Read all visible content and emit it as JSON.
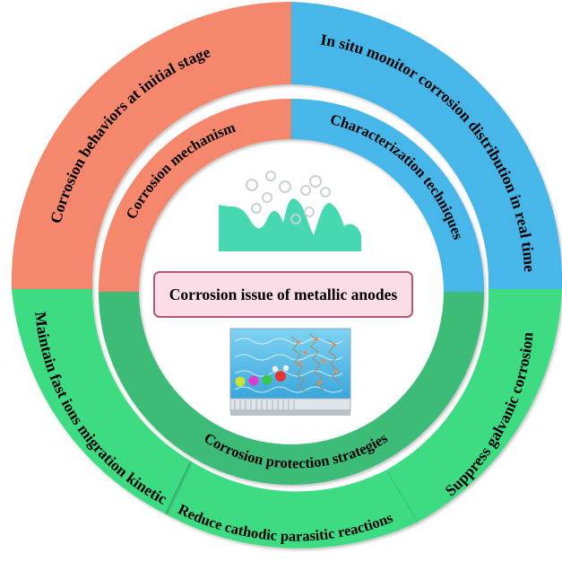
{
  "diagram": {
    "center_title": "Corrosion issue of metallic anodes",
    "inner_ring": [
      {
        "label": "Corrosion mechanism",
        "color": "#f4876c"
      },
      {
        "label": "Characterization  techniques",
        "color": "#47b7ea"
      },
      {
        "label": "Corrosion protection strategies",
        "color": "#3dbc78"
      }
    ],
    "outer_ring": [
      {
        "label": "Corrosion behaviors at initial stage",
        "color": "#f4876c"
      },
      {
        "label": "In situ monitor corrosion distribution in real time",
        "color": "#47b7ea"
      },
      {
        "label": "Suppress galvanic corrosion",
        "color": "#3ddc83"
      },
      {
        "label": "Reduce cathodic parasitic reactions",
        "color": "#3ddc83"
      },
      {
        "label": "Maintain fast ions migration kinetics",
        "color": "#3ddc83"
      }
    ],
    "icons": [
      "corroded-metal-surface-icon",
      "electrolyte-ion-migration-icon"
    ]
  }
}
